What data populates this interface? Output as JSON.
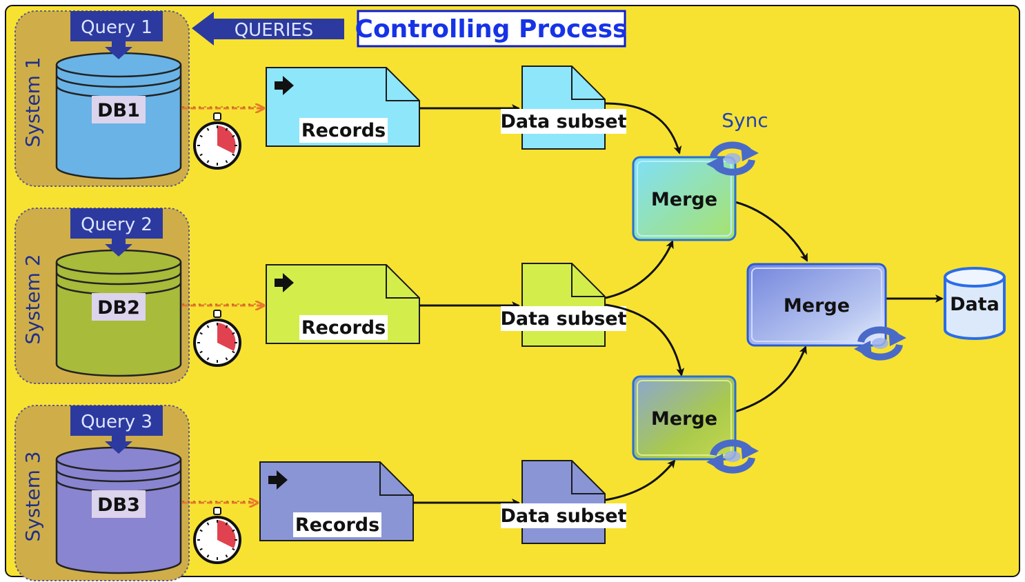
{
  "title": "Controlling Process",
  "queries_label": "QUERIES",
  "sync_label": "Sync",
  "records_label": "Records",
  "subset_label": "Data subset",
  "merge_label": "Merge",
  "output_label": "Data",
  "systems": [
    {
      "system": "System 1",
      "query": "Query 1",
      "db": "DB1",
      "color": "#6ab3e6",
      "record_color": "#8ee6fb"
    },
    {
      "system": "System 2",
      "query": "Query 2",
      "db": "DB2",
      "color": "#a8bb3a",
      "record_color": "#d3ee4b"
    },
    {
      "system": "System 3",
      "query": "Query 3",
      "db": "DB3",
      "color": "#8a85d0",
      "record_color": "#8a95d6"
    }
  ],
  "colors": {
    "background": "#f7e231",
    "frame": "#111111",
    "system_panel": "#cfae4a",
    "query_banner": "#2c3a9f",
    "title_box": "#0b1bd6",
    "db_label_bg": "#dcd3ec",
    "timer_red": "#e0434f",
    "merge_top": "#8fd9f5",
    "merge_bottom": "#b8cf57",
    "final_merge": "#8797e2",
    "sync_icon": "#4a6ac8",
    "output_db": "#dbe9fb"
  }
}
